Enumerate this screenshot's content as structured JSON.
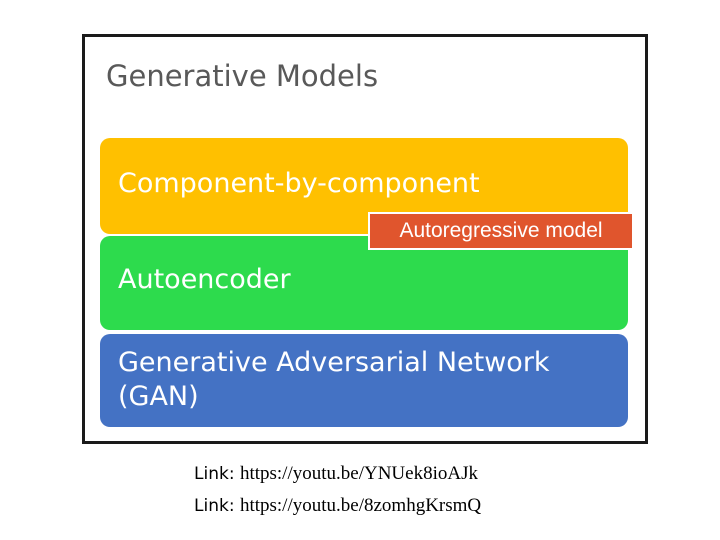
{
  "slide": {
    "title": "Generative Models",
    "cards": [
      {
        "label": "Component-by-component",
        "color": "#ffc000"
      },
      {
        "label": "Autoencoder",
        "color": "#2ddb4d"
      },
      {
        "label": "Generative Adversarial Network (GAN)",
        "color": "#4472c4"
      }
    ],
    "callout": {
      "label": "Autoregressive model",
      "color": "#e0552d"
    }
  },
  "links": [
    {
      "prefix": "Link:",
      "url": "https://youtu.be/YNUek8ioAJk"
    },
    {
      "prefix": "Link:",
      "url": "https://youtu.be/8zomhgKrsmQ"
    }
  ]
}
